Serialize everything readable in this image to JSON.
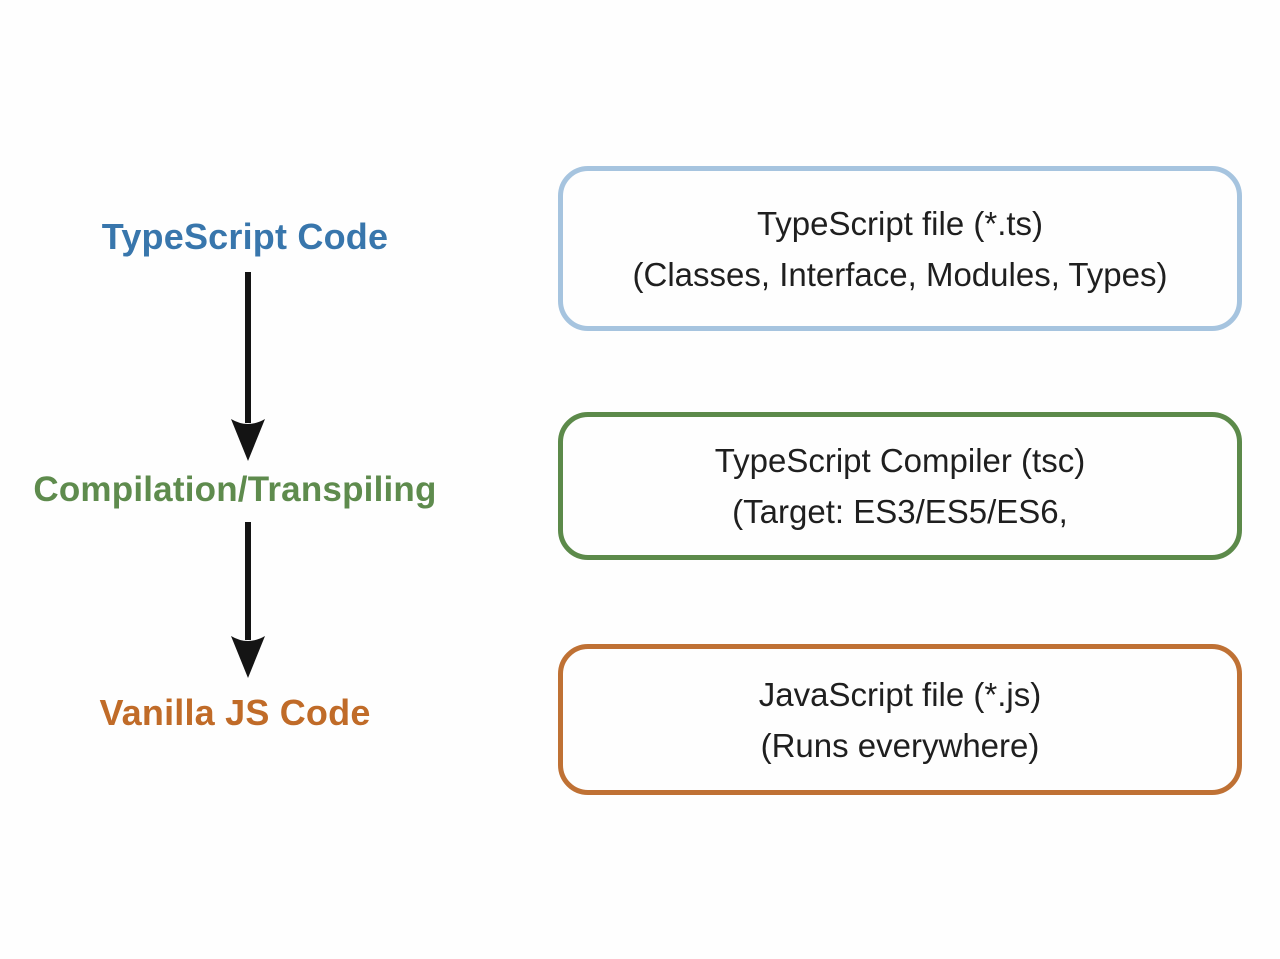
{
  "flow": {
    "arrow_color": "#141414",
    "steps": [
      {
        "label": "TypeScript Code",
        "color": "#3876ac"
      },
      {
        "label": "Compilation/Transpiling",
        "color": "#5e8b4d"
      },
      {
        "label": "Vanilla JS Code",
        "color": "#c06b28"
      }
    ]
  },
  "boxes": [
    {
      "line1": "TypeScript file (*.ts)",
      "line2": "(Classes, Interface, Modules, Types)",
      "border_color": "#a6c4df"
    },
    {
      "line1": "TypeScript Compiler (tsc)",
      "line2": "(Target: ES3/ES5/ES6,",
      "border_color": "#5c8a4a"
    },
    {
      "line1": "JavaScript file (*.js)",
      "line2": "(Runs everywhere)",
      "border_color": "#bf7134"
    }
  ],
  "text_color": "#1f1f1f"
}
